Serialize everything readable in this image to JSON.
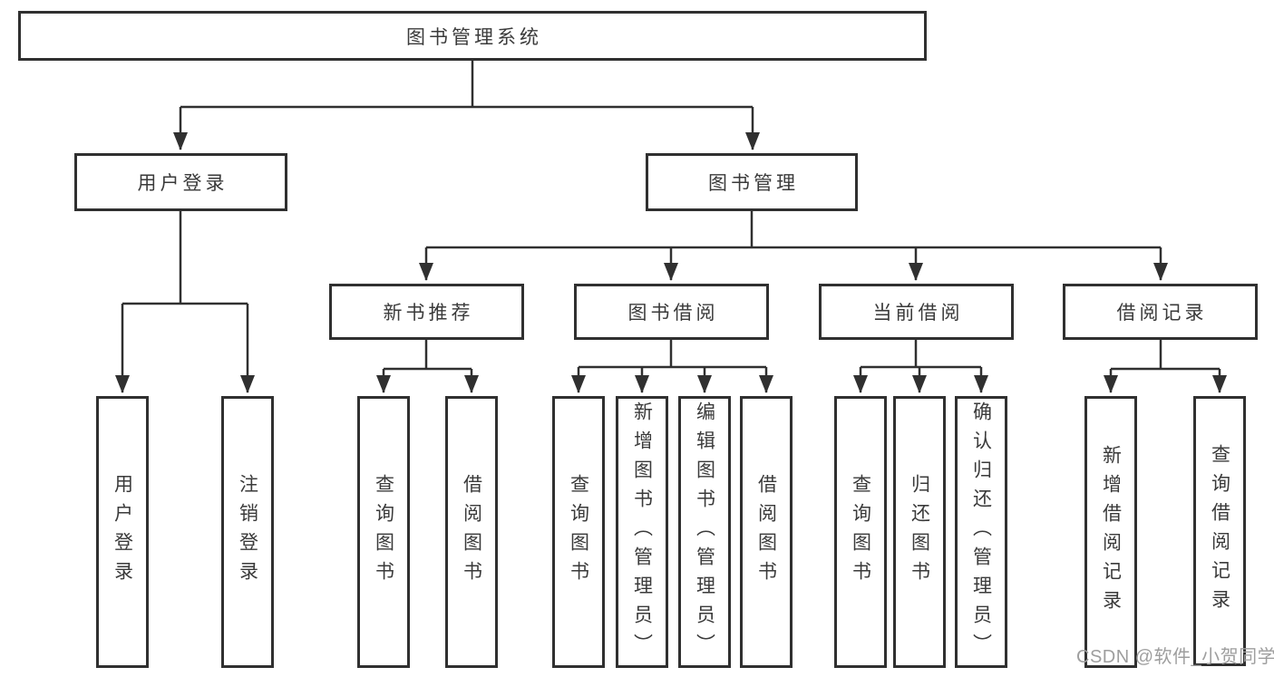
{
  "diagram": {
    "title": "图书管理系统",
    "tree": {
      "root": {
        "label": "图书管理系统",
        "children": [
          {
            "label": "用户登录",
            "children": [
              {
                "label": "用户登录"
              },
              {
                "label": "注销登录"
              }
            ]
          },
          {
            "label": "图书管理",
            "children": [
              {
                "label": "新书推荐",
                "children": [
                  {
                    "label": "查询图书"
                  },
                  {
                    "label": "借阅图书"
                  }
                ]
              },
              {
                "label": "图书借阅",
                "children": [
                  {
                    "label": "查询图书"
                  },
                  {
                    "label": "新增图书（管理员）"
                  },
                  {
                    "label": "编辑图书（管理员）"
                  },
                  {
                    "label": "借阅图书"
                  }
                ]
              },
              {
                "label": "当前借阅",
                "children": [
                  {
                    "label": "查询图书"
                  },
                  {
                    "label": "归还图书"
                  },
                  {
                    "label": "确认归还（管理员）"
                  }
                ]
              },
              {
                "label": "借阅记录",
                "children": [
                  {
                    "label": "新增借阅记录"
                  },
                  {
                    "label": "查询借阅记录"
                  }
                ]
              }
            ]
          }
        ]
      }
    },
    "colors": {
      "line": "#303030",
      "box_border": "#303030",
      "text": "#3a3a3a",
      "box_background": "#ffffff",
      "page_background": "#ffffff",
      "watermark": "#9e9e9e"
    }
  },
  "watermark": {
    "text": "CSDN @软件_小贺同学"
  }
}
